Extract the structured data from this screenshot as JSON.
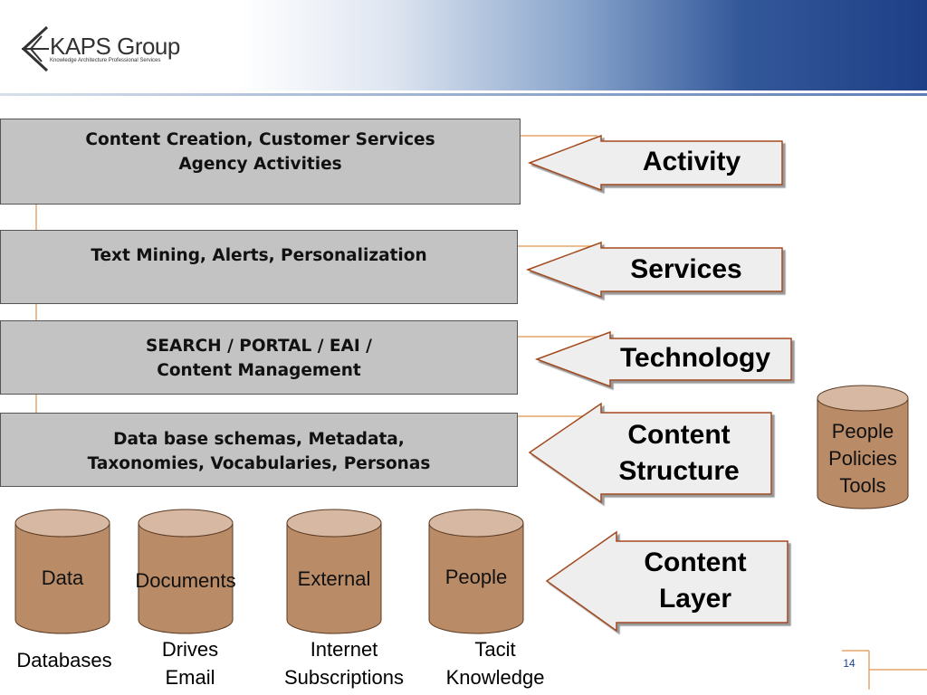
{
  "header": {
    "brand": "KAPS Group",
    "tagline": "Knowledge Architecture Professional Services"
  },
  "layers": [
    {
      "line1": "Content Creation, Customer Services",
      "line2": "Agency Activities"
    },
    {
      "line1": "Text Mining, Alerts, Personalization",
      "line2": ""
    },
    {
      "line1": "SEARCH / PORTAL / EAI /",
      "line2": "Content Management"
    },
    {
      "line1": "Data base schemas, Metadata,",
      "line2": "Taxonomies, Vocabularies, Personas"
    }
  ],
  "arrows": [
    {
      "line1": "Activity",
      "line2": ""
    },
    {
      "line1": "Services",
      "line2": ""
    },
    {
      "line1": "Technology",
      "line2": ""
    },
    {
      "line1": "Content",
      "line2": "Structure"
    },
    {
      "line1": "Content",
      "line2": "Layer"
    }
  ],
  "side_cylinder": {
    "lines": [
      "People",
      "Policies",
      "Tools"
    ]
  },
  "sources": [
    {
      "label": "Data",
      "caption1": "Databases",
      "caption2": ""
    },
    {
      "label": "Documents",
      "caption1": "Drives",
      "caption2": "Email"
    },
    {
      "label": "External",
      "caption1": "Internet",
      "caption2": "Subscriptions"
    },
    {
      "label": "People",
      "caption1": "Tacit",
      "caption2": "Knowledge"
    }
  ],
  "page_number": "14",
  "colors": {
    "box_fill": "#c3c3c3",
    "cylinder_fill": "#b98b67",
    "cylinder_top": "#d7b9a3",
    "arrow_fill": "#eeeeee",
    "arrow_outline": "#a34a1e",
    "connector": "#e4a56a",
    "header_blue": "#1e3f86"
  }
}
